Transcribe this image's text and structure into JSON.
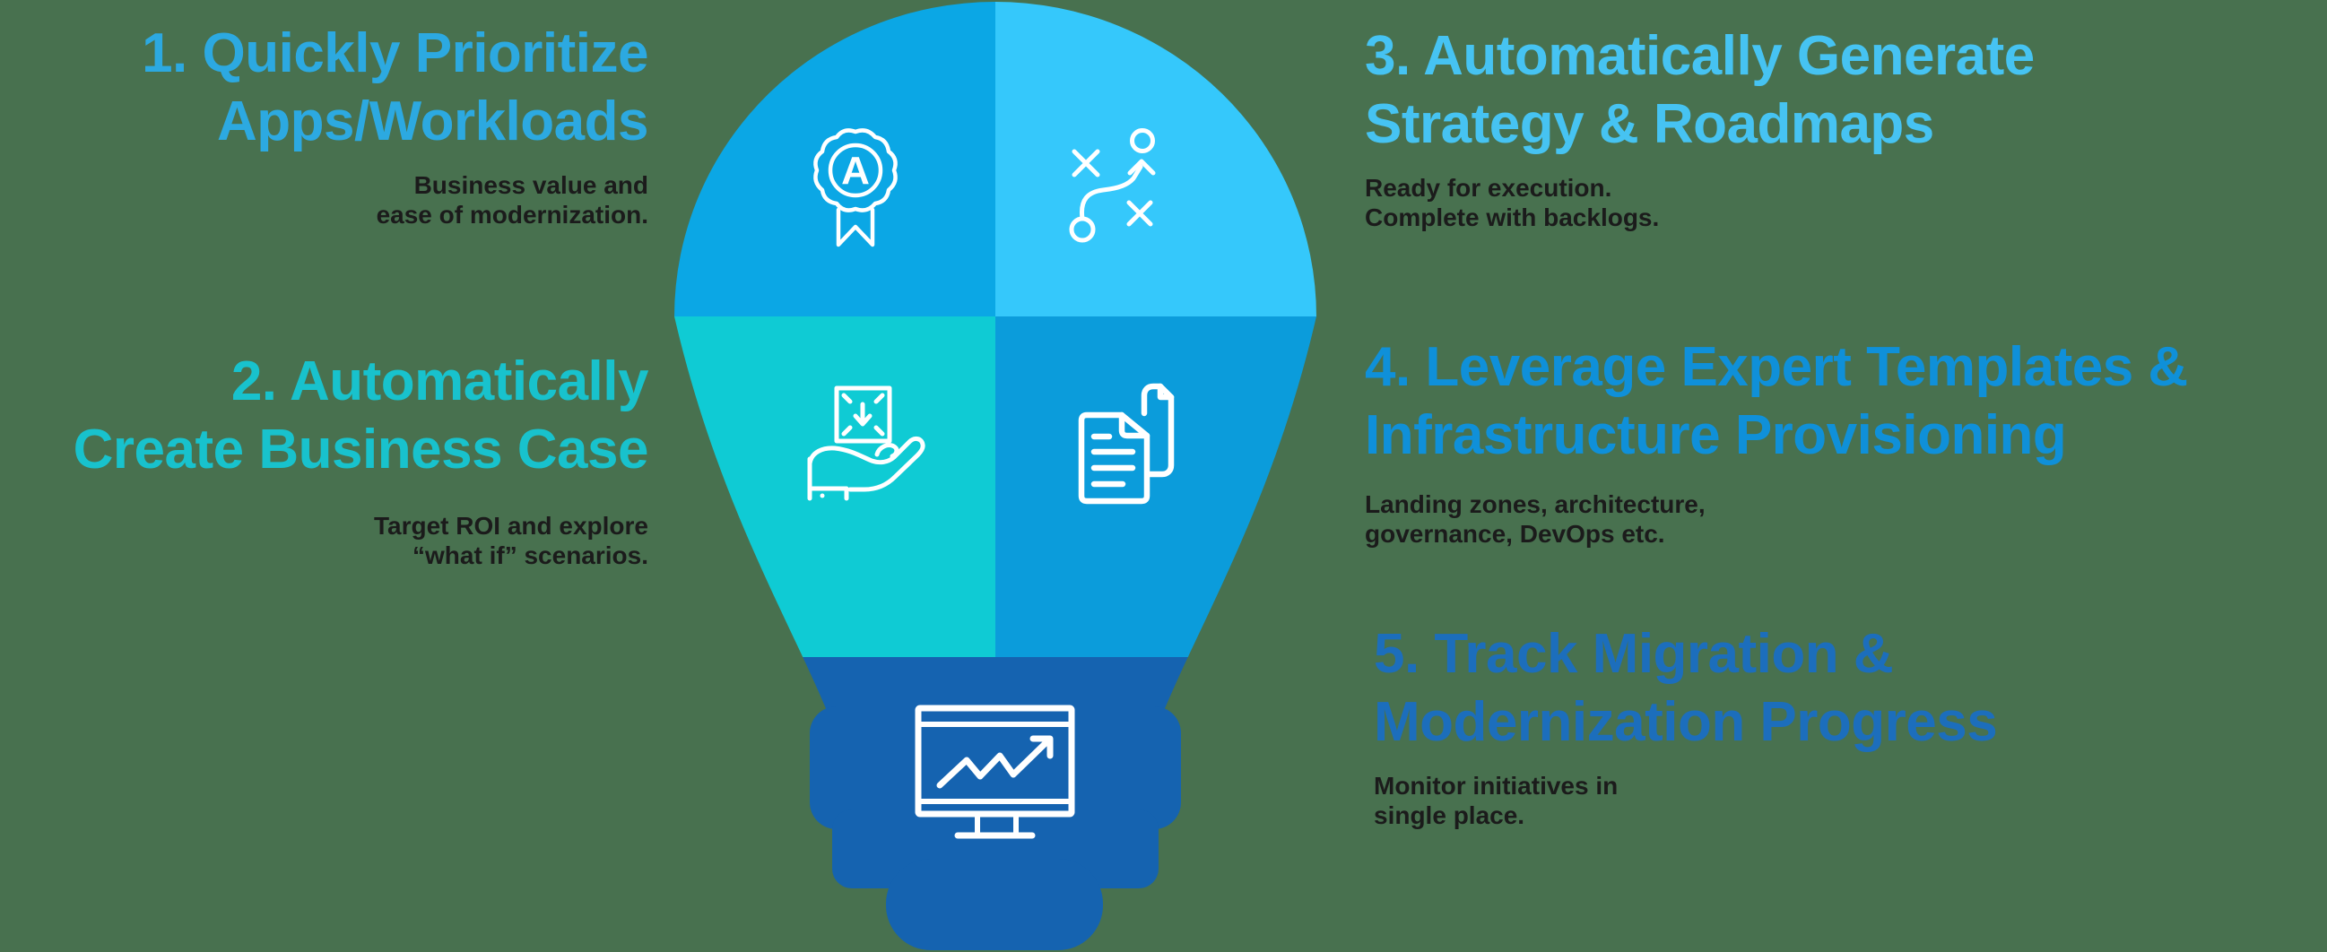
{
  "page": {
    "background_color": "#48714F",
    "description": "Lightbulb infographic with five numbered feature callouts"
  },
  "bulb": {
    "quadrants": [
      {
        "position": "top-left",
        "color": "#0BA7E5",
        "icon": "award-ribbon-icon",
        "badge_letter": "A"
      },
      {
        "position": "top-right",
        "color": "#35C8FB",
        "icon": "strategy-play-icon"
      },
      {
        "position": "bottom-left",
        "color": "#0FCBD4",
        "icon": "hand-receive-box-icon"
      },
      {
        "position": "bottom-right",
        "color": "#0B9CDB",
        "icon": "documents-copy-icon"
      }
    ],
    "base": {
      "color": "#1563B0",
      "icon": "monitor-chart-icon"
    },
    "icon_stroke_color": "#FFFFFF"
  },
  "subtitle_color": "#1B1B1B",
  "features": [
    {
      "align": "right",
      "accent_color": "#2CA9E1",
      "title_lines": [
        "1. Quickly Prioritize",
        "Apps/Workloads"
      ],
      "subtitle_lines": [
        "Business value and",
        "ease of modernization."
      ]
    },
    {
      "align": "right",
      "accent_color": "#18C2CD",
      "title_lines": [
        "2. Automatically",
        "Create Business Case"
      ],
      "subtitle_lines": [
        "Target ROI and explore",
        "“what if” scenarios."
      ]
    },
    {
      "align": "left",
      "accent_color": "#46C3F2",
      "title_lines": [
        "3. Automatically Generate",
        "Strategy & Roadmaps"
      ],
      "subtitle_lines": [
        "Ready for execution.",
        "Complete with backlogs."
      ]
    },
    {
      "align": "left",
      "accent_color": "#0F90D9",
      "title_lines": [
        "4. Leverage Expert Templates &",
        "Infrastructure Provisioning"
      ],
      "subtitle_lines": [
        "Landing zones, architecture,",
        "governance, DevOps etc."
      ]
    },
    {
      "align": "left",
      "accent_color": "#1C6EBC",
      "title_lines": [
        "5. Track Migration &",
        "Modernization Progress"
      ],
      "subtitle_lines": [
        "Monitor initiatives in",
        "single place."
      ]
    }
  ]
}
